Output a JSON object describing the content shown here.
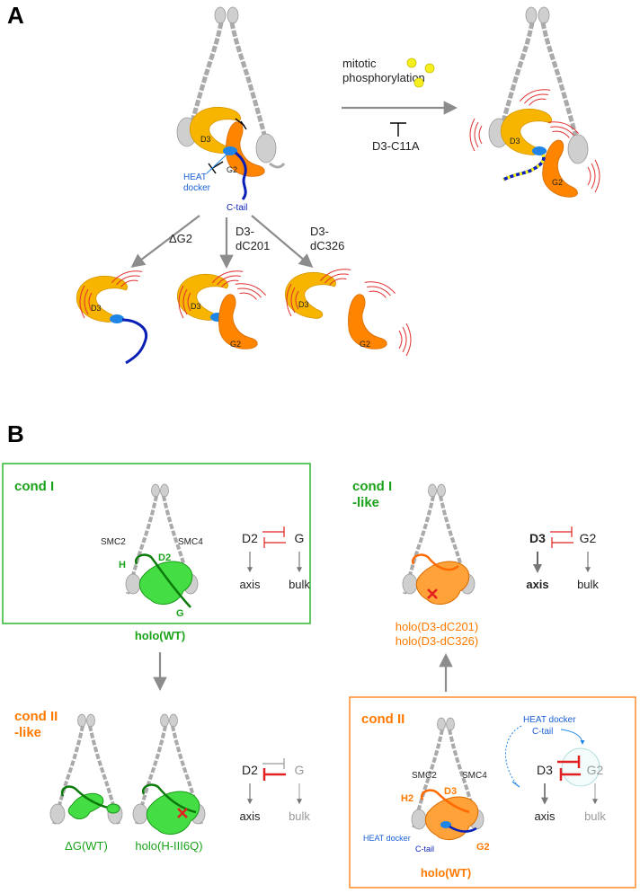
{
  "panel_a": {
    "letter": "A",
    "phospho_label_1": "mitotic",
    "phospho_label_2": "phosphorylation",
    "inhibitor_label": "D3-C11A",
    "d3": "D3",
    "g2": "G2",
    "heat_docker_1": "HEAT",
    "heat_docker_2": "docker",
    "c_tail": "C-tail",
    "arrow_dg2": "ΔG2",
    "arrow_dc201_1": "D3-",
    "arrow_dc201_2": "dC201",
    "arrow_dc326_1": "D3-",
    "arrow_dc326_2": "dC326"
  },
  "panel_b": {
    "letter": "B",
    "cond1": {
      "title": "cond I",
      "smc2": "SMC2",
      "smc4": "SMC4",
      "h": "H",
      "d2": "D2",
      "g": "G",
      "complex": "holo(WT)",
      "scheme_left": "D2",
      "scheme_right": "G",
      "out_left": "axis",
      "out_right": "bulk"
    },
    "cond1like": {
      "title_1": "cond I",
      "title_2": "-like",
      "complex_1": "holo(D3-dC201)",
      "complex_2": "holo(D3-dC326)",
      "scheme_left": "D3",
      "scheme_right": "G2",
      "out_left": "axis",
      "out_right": "bulk"
    },
    "cond2like": {
      "title_1": "cond II",
      "title_2": "-like",
      "complex_1": "ΔG(WT)",
      "complex_2": "holo(H-III6Q)",
      "scheme_left": "D2",
      "scheme_right": "G",
      "out_left": "axis",
      "out_right": "bulk"
    },
    "cond2": {
      "title": "cond II",
      "smc2": "SMC2",
      "smc4": "SMC4",
      "h2": "H2",
      "d3": "D3",
      "g2": "G2",
      "heat_docker": "HEAT docker",
      "c_tail": "C-tail",
      "complex": "holo(WT)",
      "scheme_heat": "HEAT docker",
      "scheme_ctail": "C-tail",
      "scheme_left": "D3",
      "scheme_right": "G2",
      "out_left": "axis",
      "out_right": "bulk"
    }
  },
  "colors": {
    "yellow": "#f7b500",
    "orange": "#ff8400",
    "green": "#33cc33",
    "green_text": "#1aa31a",
    "blue": "#1f86e8",
    "navy": "#0a1fb5",
    "red": "#e22020",
    "grey": "#bbbbbb"
  }
}
